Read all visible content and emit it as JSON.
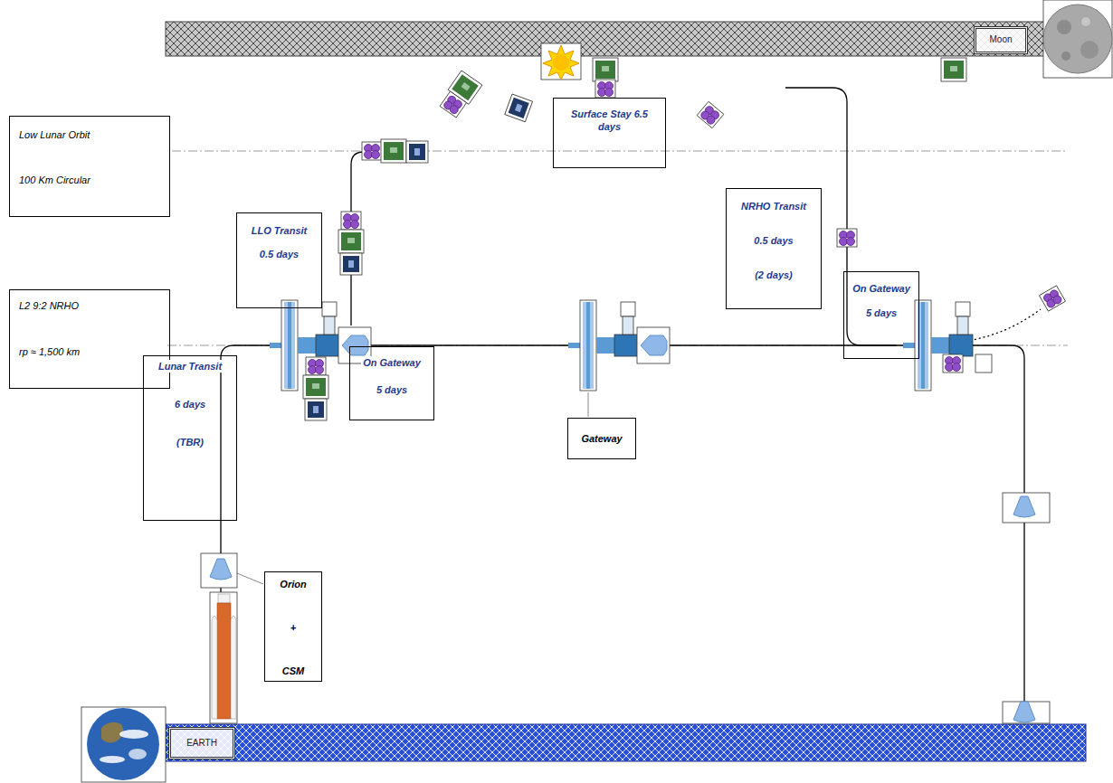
{
  "diagram": {
    "nodes": [
      {
        "text": [
          "Moon"
        ]
      },
      {
        "text": [
          "Surface Stay 6.5 days"
        ]
      },
      {
        "text": [
          "Low Lunar Orbit",
          "100 Km Circular"
        ]
      },
      {
        "text": [
          "NRHO Transit",
          "0.5 days",
          "(2 days)"
        ]
      },
      {
        "text": [
          "LLO Transit",
          "0.5 days"
        ]
      },
      {
        "text": [
          "On Gateway",
          "5 days"
        ]
      },
      {
        "text": [
          "L2 9:2 NRHO",
          "rp ≈ 1,500 km"
        ]
      },
      {
        "text": [
          "On Gateway",
          "5 days"
        ]
      },
      {
        "text": [
          "Lunar Transit",
          "6 days",
          "(TBR)"
        ]
      },
      {
        "text": [
          "Gateway"
        ]
      },
      {
        "text": [
          "Orion",
          "+",
          "CSM"
        ]
      },
      {
        "text": [
          "EARTH"
        ]
      }
    ]
  }
}
